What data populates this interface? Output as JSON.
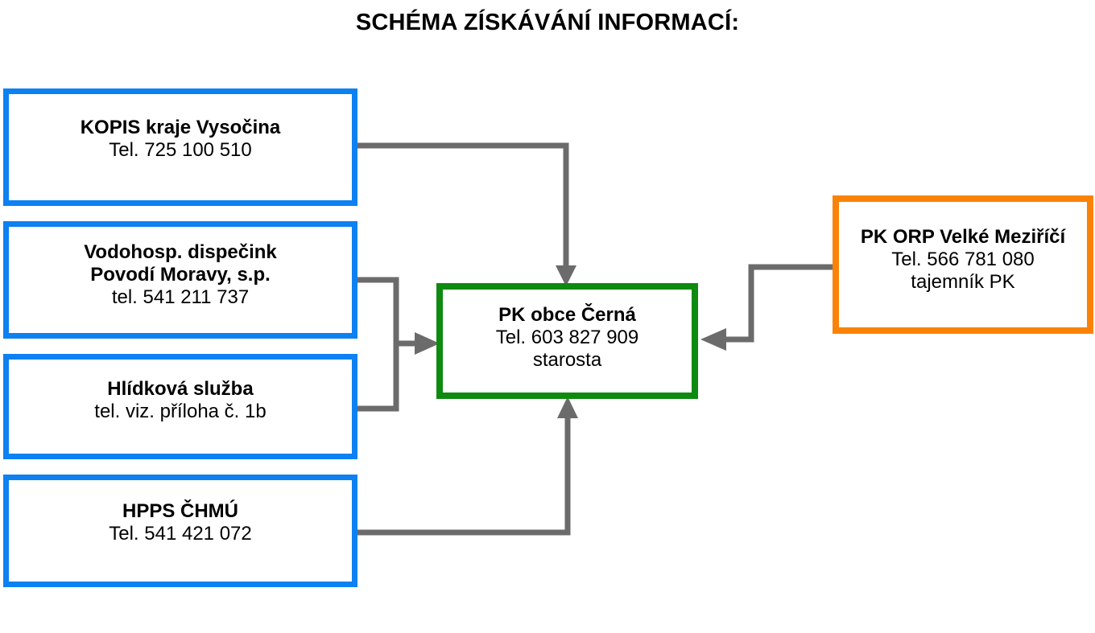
{
  "title": "SCHÉMA ZÍSKÁVÁNÍ INFORMACÍ:",
  "colors": {
    "blue": "#0d80f2",
    "green": "#0f8a10",
    "orange": "#fa8307",
    "connector": "#6b6b6b",
    "background": "#ffffff",
    "text": "#000000"
  },
  "nodes": {
    "kopis": {
      "name": "KOPIS kraje Vysočina",
      "phone": "Tel. 725 100 510",
      "border_color": "#0d80f2"
    },
    "vodohosp": {
      "name_line1": "Vodohosp. dispečink",
      "name_line2": "Povodí Moravy, s.p.",
      "phone": "tel. 541 211 737",
      "border_color": "#0d80f2"
    },
    "hlidkova": {
      "name": "Hlídková služba",
      "phone": "tel. viz. příloha č. 1b",
      "border_color": "#0d80f2"
    },
    "hpps": {
      "name": "HPPS ČHMÚ",
      "phone": "Tel. 541 421 072",
      "border_color": "#0d80f2"
    },
    "pk_obce": {
      "name": "PK obce Černá",
      "phone": "Tel. 603 827 909",
      "role": "starosta",
      "border_color": "#0f8a10"
    },
    "pk_orp": {
      "name": "PK ORP Velké Meziříčí",
      "phone": "Tel. 566 781 080",
      "role": "tajemník PK",
      "border_color": "#fa8307"
    }
  },
  "connectors": [
    {
      "from": "kopis",
      "to": "pk_obce",
      "direction": "down",
      "arrow": true
    },
    {
      "from": "vodohosp",
      "to": "pk_obce",
      "direction": "right",
      "arrow": true
    },
    {
      "from": "hlidkova",
      "to": "pk_obce",
      "direction": "right",
      "arrow": true
    },
    {
      "from": "hpps",
      "to": "pk_obce",
      "direction": "up",
      "arrow": true
    },
    {
      "from": "pk_orp",
      "to": "pk_obce",
      "direction": "left",
      "arrow": true
    }
  ]
}
